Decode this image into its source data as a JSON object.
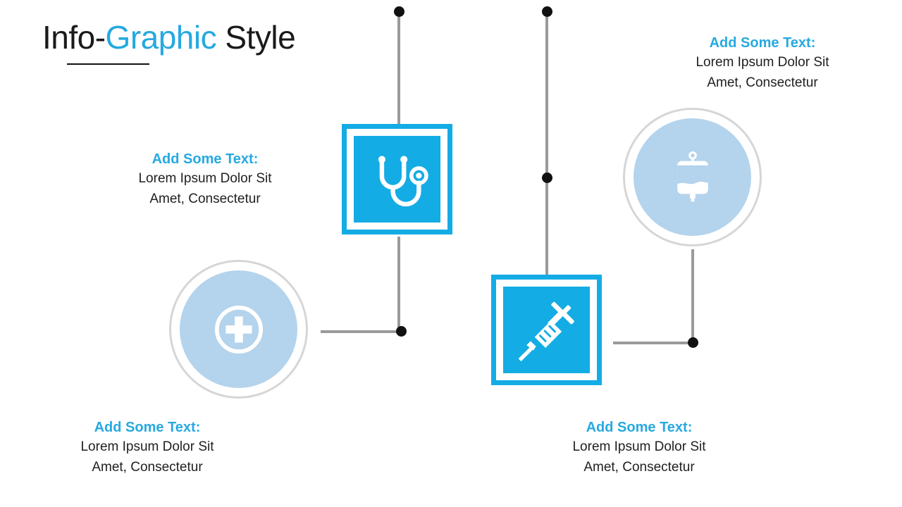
{
  "title": {
    "part_plain_1": "Info-",
    "part_accent": "Graphic",
    "part_plain_2": " Style"
  },
  "colors": {
    "accent_blue": "#26A9E0",
    "tile_blue": "#14ACE4",
    "circle_fill": "#B4D3EC",
    "ring_gray": "#D6D6D6",
    "line_gray": "#9A9A9A",
    "dot_black": "#111111",
    "text_black": "#1F1F1F"
  },
  "items": [
    {
      "id": "stethoscope",
      "icon": "stethoscope-icon",
      "style": "square",
      "heading": "Add Some Text:",
      "line1": "Lorem Ipsum Dolor Sit",
      "line2": "Amet, Consectetur"
    },
    {
      "id": "iv-bag",
      "icon": "iv-drip-bag-icon",
      "style": "circle",
      "heading": "Add Some Text:",
      "line1": "Lorem Ipsum Dolor Sit",
      "line2": "Amet, Consectetur"
    },
    {
      "id": "medical-cross",
      "icon": "medical-cross-icon",
      "style": "circle",
      "heading": "Add Some Text:",
      "line1": "Lorem Ipsum Dolor Sit",
      "line2": "Amet, Consectetur"
    },
    {
      "id": "syringe",
      "icon": "syringe-icon",
      "style": "square",
      "heading": "Add Some Text:",
      "line1": "Lorem Ipsum Dolor Sit",
      "line2": "Amet, Consectetur"
    }
  ]
}
